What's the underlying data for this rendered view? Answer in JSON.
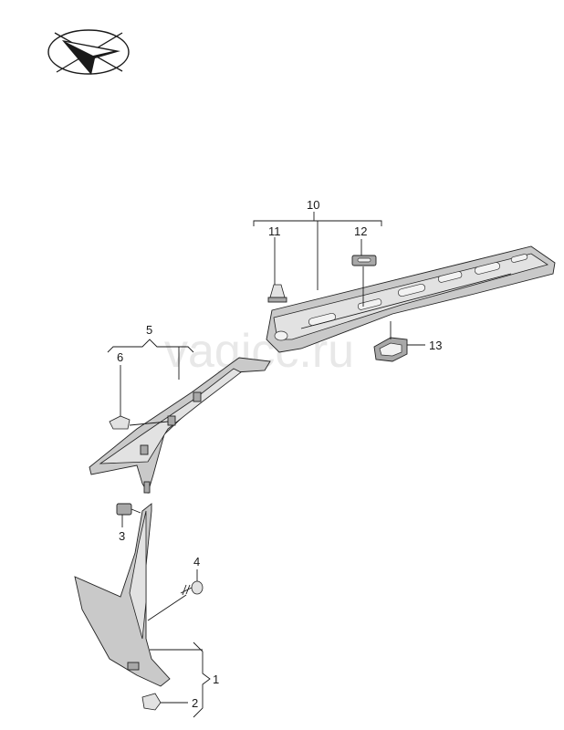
{
  "watermark": "vagicc.ru",
  "callouts": {
    "c1": "1",
    "c2": "2",
    "c3": "3",
    "c4": "4",
    "c5": "5",
    "c6": "6",
    "c10": "10",
    "c11": "11",
    "c12": "12",
    "c13": "13"
  },
  "colors": {
    "part_fill": "#c9c9c9",
    "outline": "#222222"
  },
  "icons": {
    "direction_logo": "travel-direction-arrow-icon"
  }
}
